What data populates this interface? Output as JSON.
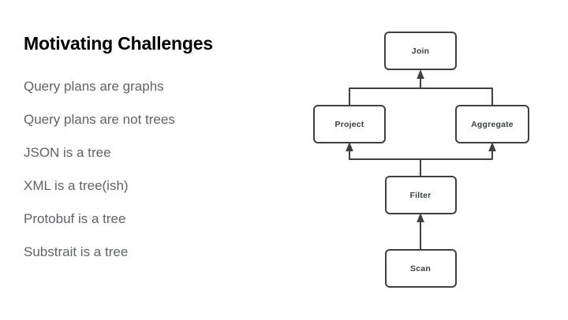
{
  "slide": {
    "title": "Motivating Challenges",
    "background_color": "#ffffff",
    "title_color": "#000000",
    "bullet_color": "#5f6368",
    "bullets": [
      "Query plans are graphs",
      "Query plans are not trees",
      "JSON is a tree",
      "XML is a tree(ish)",
      "Protobuf is a tree",
      "Substrait is a tree"
    ]
  },
  "diagram": {
    "type": "flowchart",
    "node_border_color": "#404040",
    "node_fill_color": "#ffffff",
    "node_label_color": "#3a3f45",
    "edge_color": "#404040",
    "nodes": [
      {
        "id": "join",
        "label": "Join"
      },
      {
        "id": "project",
        "label": "Project"
      },
      {
        "id": "aggregate",
        "label": "Aggregate"
      },
      {
        "id": "filter",
        "label": "Filter"
      },
      {
        "id": "scan",
        "label": "Scan"
      }
    ],
    "edges": [
      {
        "from": "project",
        "to": "join"
      },
      {
        "from": "aggregate",
        "to": "join"
      },
      {
        "from": "filter",
        "to": "project"
      },
      {
        "from": "filter",
        "to": "aggregate"
      },
      {
        "from": "scan",
        "to": "filter"
      }
    ]
  }
}
